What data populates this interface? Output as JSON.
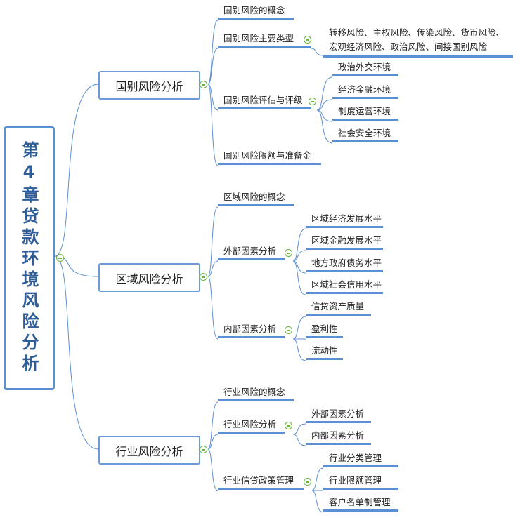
{
  "root": {
    "title": "第4章贷款环境风险分析"
  },
  "branches": [
    {
      "label": "国别风险分析",
      "children": [
        {
          "label": "国别风险的概念",
          "children": []
        },
        {
          "label": "国别风险主要类型",
          "children": [
            {
              "label": "转移风险、主权风险、传染风险、货币风险、",
              "label2": "宏观经济风险、政治风险、间接国别风险"
            }
          ]
        },
        {
          "label": "国别风险评估与评级",
          "children": [
            {
              "label": "政治外交环境"
            },
            {
              "label": "经济金融环境"
            },
            {
              "label": "制度运营环境"
            },
            {
              "label": "社会安全环境"
            }
          ]
        },
        {
          "label": "国别风险限额与准备金",
          "children": []
        }
      ]
    },
    {
      "label": "区域风险分析",
      "children": [
        {
          "label": "区域风险的概念",
          "children": []
        },
        {
          "label": "外部因素分析",
          "children": [
            {
              "label": "区域经济发展水平"
            },
            {
              "label": "区域金融发展水平"
            },
            {
              "label": "地方政府债务水平"
            },
            {
              "label": "区域社会信用水平"
            }
          ]
        },
        {
          "label": "内部因素分析",
          "children": [
            {
              "label": "信贷资产质量"
            },
            {
              "label": "盈利性"
            },
            {
              "label": "流动性"
            }
          ]
        }
      ]
    },
    {
      "label": "行业风险分析",
      "children": [
        {
          "label": "行业风险的概念",
          "children": []
        },
        {
          "label": "行业风险分析",
          "children": [
            {
              "label": "外部因素分析"
            },
            {
              "label": "内部因素分析"
            }
          ]
        },
        {
          "label": "行业信贷政策管理",
          "children": [
            {
              "label": "行业分类管理"
            },
            {
              "label": "行业限额管理"
            },
            {
              "label": "客户名单制管理"
            }
          ]
        }
      ]
    }
  ],
  "colors": {
    "line": "#5b8fd4",
    "toggle": "#6cb33f",
    "root_text": "#2f5d98"
  }
}
